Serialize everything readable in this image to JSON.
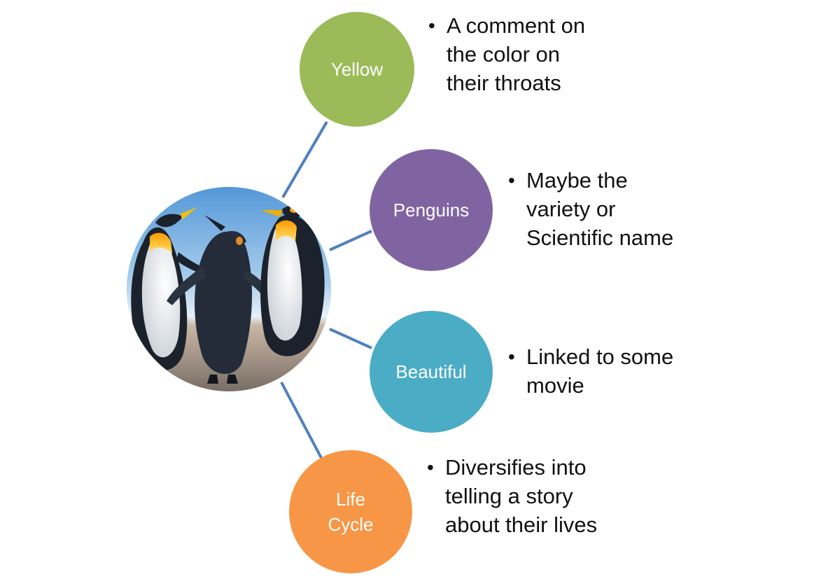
{
  "colors": {
    "connector": "#4f81bd",
    "yellow_node": "#9bbb59",
    "penguins_node": "#8064a2",
    "beautiful_node": "#4bacc6",
    "lifecycle_node": "#f79646"
  },
  "center": {
    "image_name": "king-penguins-photo"
  },
  "nodes": {
    "yellow": {
      "label": "Yellow",
      "note": "A comment on the color on their throats"
    },
    "penguins": {
      "label": "Penguins",
      "note": "Maybe the variety or Scientific name"
    },
    "beautiful": {
      "label": "Beautiful",
      "note": "Linked to some movie"
    },
    "lifecycle": {
      "label_line1": "Life",
      "label_line2": "Cycle",
      "note": "Diversifies into telling a story about their lives"
    }
  },
  "bullet_glyph": "•"
}
